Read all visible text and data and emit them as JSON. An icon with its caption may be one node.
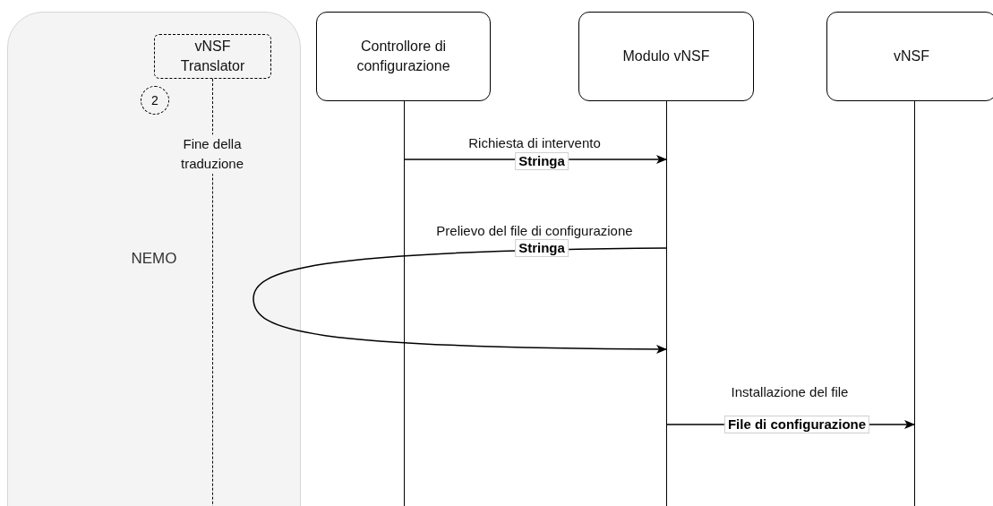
{
  "diagram": {
    "nodes": [
      {
        "text": [
          "NEMO"
        ]
      },
      {
        "text": [
          "vNSF Translator"
        ],
        "in": 0
      },
      {
        "text": [
          "2"
        ],
        "in": 0
      },
      {
        "text": [],
        "shape": "line",
        "in": 0,
        "beside": [
          "Fine della traduzione"
        ]
      },
      {
        "text": [
          "Controllore di configurazione"
        ]
      },
      {
        "text": [
          "Modulo vNSF"
        ]
      },
      {
        "text": [
          "vNSF"
        ]
      },
      {
        "text": [],
        "shape": "line"
      },
      {
        "text": [],
        "shape": "line"
      },
      {
        "text": [],
        "shape": "line"
      }
    ],
    "edges": [
      {
        "from": 7,
        "to": 8,
        "arrow": "to",
        "label": "Richiesta di intervento"
      },
      {
        "from": 8,
        "to": 8,
        "arrow": "to",
        "label": "Prelievo del file di configurazione"
      },
      {
        "from": 8,
        "to": 9,
        "arrow": "to",
        "label": "Installazione del file"
      }
    ],
    "labels": [
      "Stringa",
      "Stringa",
      "File di configurazione"
    ]
  }
}
